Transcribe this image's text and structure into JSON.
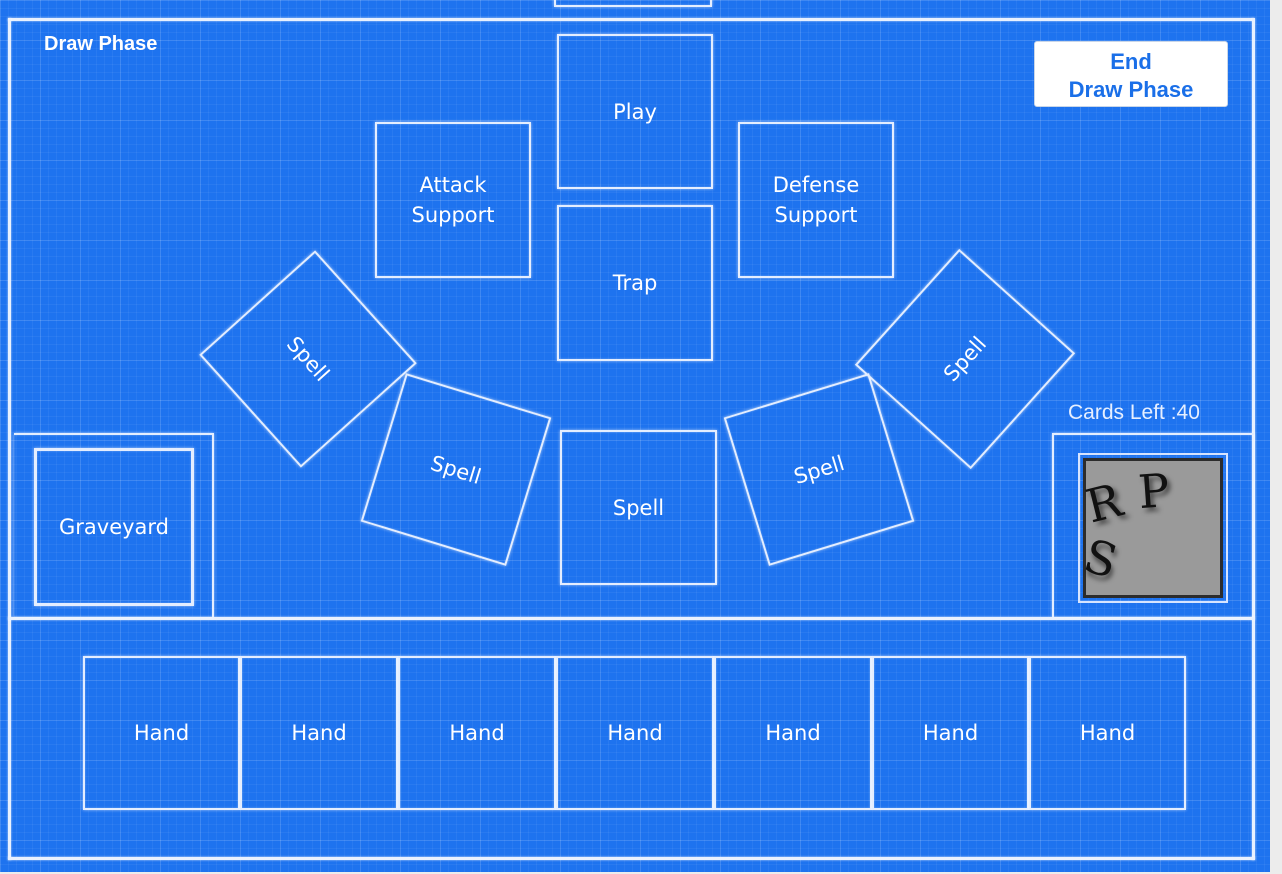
{
  "phase": {
    "title": "Draw Phase",
    "end_button_label": "End\nDraw Phase"
  },
  "deck": {
    "cards_left_label": "Cards Left :40",
    "logo_letters": [
      "R",
      "P",
      "S"
    ]
  },
  "zones": {
    "play": "Play",
    "trap": "Trap",
    "attack_support": "Attack\nSupport",
    "defense_support": "Defense\nSupport",
    "graveyard": "Graveyard",
    "spell_1": "Spell",
    "spell_2": "Spell",
    "spell_3": "Spell",
    "spell_4": "Spell",
    "spell_5": "Spell"
  },
  "hand": [
    "Hand",
    "Hand",
    "Hand",
    "Hand",
    "Hand",
    "Hand",
    "Hand"
  ],
  "colors": {
    "board": "#1e73ef",
    "lines": "#e4eeff",
    "button_text": "#1a6fe8",
    "deck_card": "#9a9a9a"
  }
}
